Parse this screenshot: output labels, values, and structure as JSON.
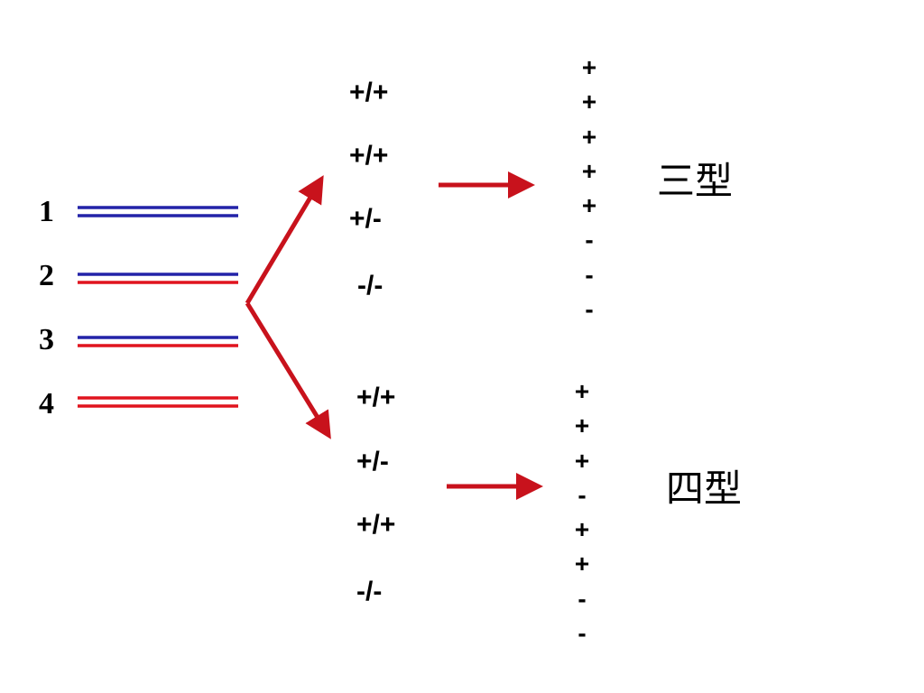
{
  "strands": [
    {
      "label": "1",
      "top_color": "#2323a8",
      "bottom_color": "#2323a8"
    },
    {
      "label": "2",
      "top_color": "#2323a8",
      "bottom_color": "#e0141e"
    },
    {
      "label": "3",
      "top_color": "#2323a8",
      "bottom_color": "#e0141e"
    },
    {
      "label": "4",
      "top_color": "#e0141e",
      "bottom_color": "#e0141e"
    }
  ],
  "colors": {
    "arrow": "#c8121c",
    "blue_strand": "#2323a8",
    "red_strand": "#e0141e"
  },
  "upper_group": {
    "genotypes": [
      "+/+",
      "+/+",
      "+/-",
      "-/-"
    ],
    "signs": [
      "+",
      "+",
      "+",
      "+",
      "+",
      "-",
      "-",
      "-"
    ],
    "type_label": "三型"
  },
  "lower_group": {
    "genotypes": [
      "+/+",
      "+/-",
      "+/+",
      "-/-"
    ],
    "signs": [
      "+",
      "+",
      "+",
      "-",
      "+",
      "+",
      "-",
      "-"
    ],
    "type_label": "四型"
  }
}
